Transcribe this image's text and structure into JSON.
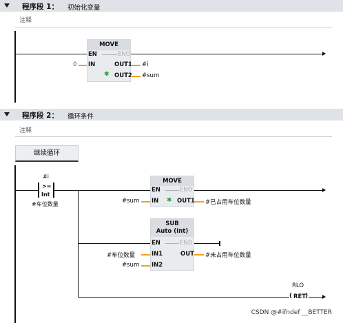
{
  "networks": [
    {
      "title": "程序段 1：",
      "name": "初始化变量",
      "comment": "注释"
    },
    {
      "title": "程序段 2：",
      "name": "循环条件",
      "comment": "注释"
    }
  ],
  "net1": {
    "move": {
      "header": "MOVE",
      "en": "EN",
      "eno": "ENO",
      "in": "IN",
      "out1": "OUT1",
      "out2": "OUT2",
      "in_value": "0",
      "out1_var": "#i",
      "out2_var": "#sum"
    }
  },
  "net2": {
    "label_button": "继续循环",
    "contact": {
      "top_var": "#i",
      "operator": ">=",
      "type": "Int",
      "bottom_var": "#车位数量"
    },
    "move": {
      "header": "MOVE",
      "en": "EN",
      "eno": "ENO",
      "in": "IN",
      "out1": "OUT1",
      "in_var": "#sum",
      "out1_var": "#已占用车位数量"
    },
    "sub": {
      "header": "SUB",
      "subheader": "Auto (Int)",
      "en": "EN",
      "eno": "ENO",
      "in1": "IN1",
      "in2": "IN2",
      "out": "OUT",
      "in1_var": "#车位数量",
      "in2_var": "#sum",
      "out_var": "#未占用车位数量"
    },
    "ret": {
      "label": "RLO",
      "coil": "RET"
    }
  },
  "watermark": "CSDN @#ifndef __BETTER",
  "colors": {
    "wire": "#111111",
    "pin_stub": "#f5a01a",
    "box_fill": "#e9ecef",
    "header_bg": "#dfe3e8",
    "constant": "#2a5fb0"
  }
}
